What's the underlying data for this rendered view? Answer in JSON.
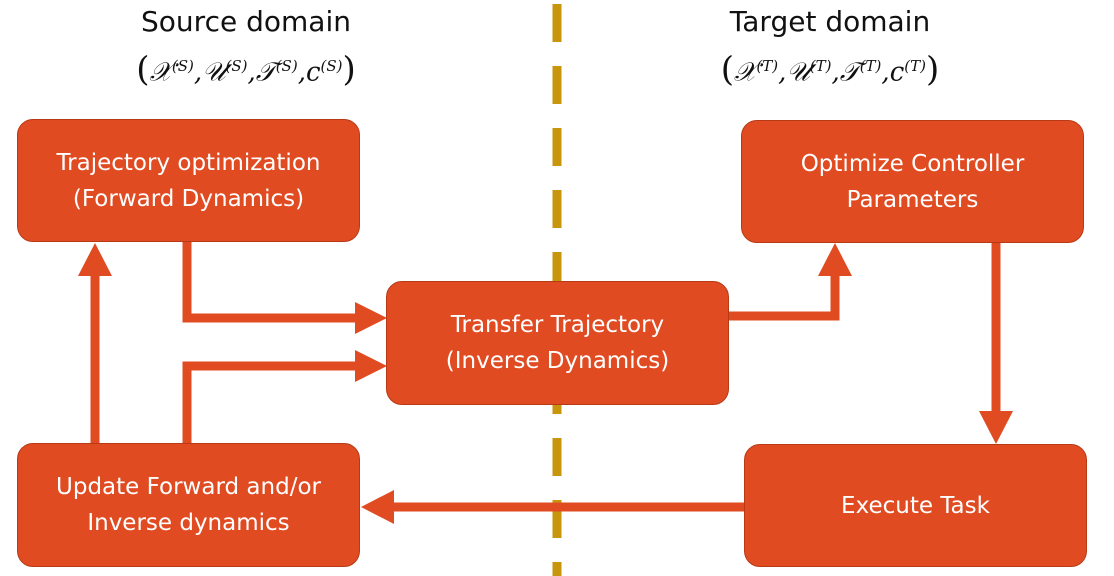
{
  "source": {
    "title": "Source domain",
    "tuple": [
      "𝒳",
      "(S)",
      "𝒰",
      "(S)",
      "𝒯",
      "(S)",
      "c",
      "(S)"
    ]
  },
  "target": {
    "title": "Target domain",
    "tuple": [
      "𝒳",
      "(T)",
      "𝒰",
      "(T)",
      "𝒯",
      "(T)",
      "c",
      "(T)"
    ]
  },
  "boxes": {
    "trajectory_opt": {
      "line1": "Trajectory optimization",
      "line2": "(Forward Dynamics)"
    },
    "transfer": {
      "line1": "Transfer Trajectory",
      "line2": "(Inverse Dynamics)"
    },
    "update": {
      "line1": "Update Forward and/or",
      "line2": "Inverse dynamics"
    },
    "optimize": {
      "line1": "Optimize Controller",
      "line2": "Parameters"
    },
    "execute": {
      "line1": "Execute Task"
    }
  },
  "colors": {
    "box_fill": "#e04b22",
    "arrow": "#e04b22",
    "divider": "#c8960c"
  }
}
